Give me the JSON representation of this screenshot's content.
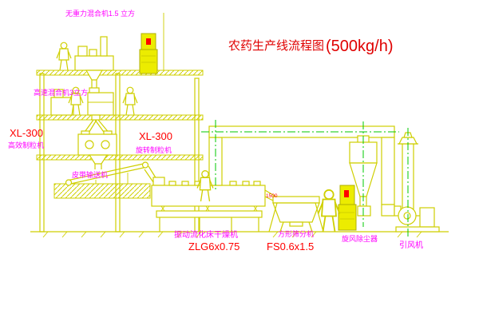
{
  "title": {
    "text": "农药生产线流程图",
    "capacity": "(500kg/h)"
  },
  "labels": {
    "top_mixer": "无重力混合机1.5 立方",
    "mid_mixer": "高速混合机3立方",
    "granulator_left_model": "XL-300",
    "granulator_left_name": "高效制粒机",
    "granulator_mid_model": "XL-300",
    "granulator_mid_name": "旋转制粒机",
    "belt_conveyor": "皮带输送机",
    "dryer_name": "振动流化床干燥机",
    "dryer_model": "ZLG6x0.75",
    "sieve_name": "方形筛分机",
    "sieve_model": "FS0.6x1.5",
    "cyclone": "旋风除尘器",
    "fan": "引风机",
    "dim_1500": "1500"
  },
  "colors": {
    "line_yellow": "#cfcf00",
    "cabinet_fill": "#ecec00",
    "centerline_green": "#00c800",
    "label_magenta": "#ff00ff",
    "label_red": "#ff0000",
    "title_red": "#e00000",
    "background": "#ffffff"
  }
}
